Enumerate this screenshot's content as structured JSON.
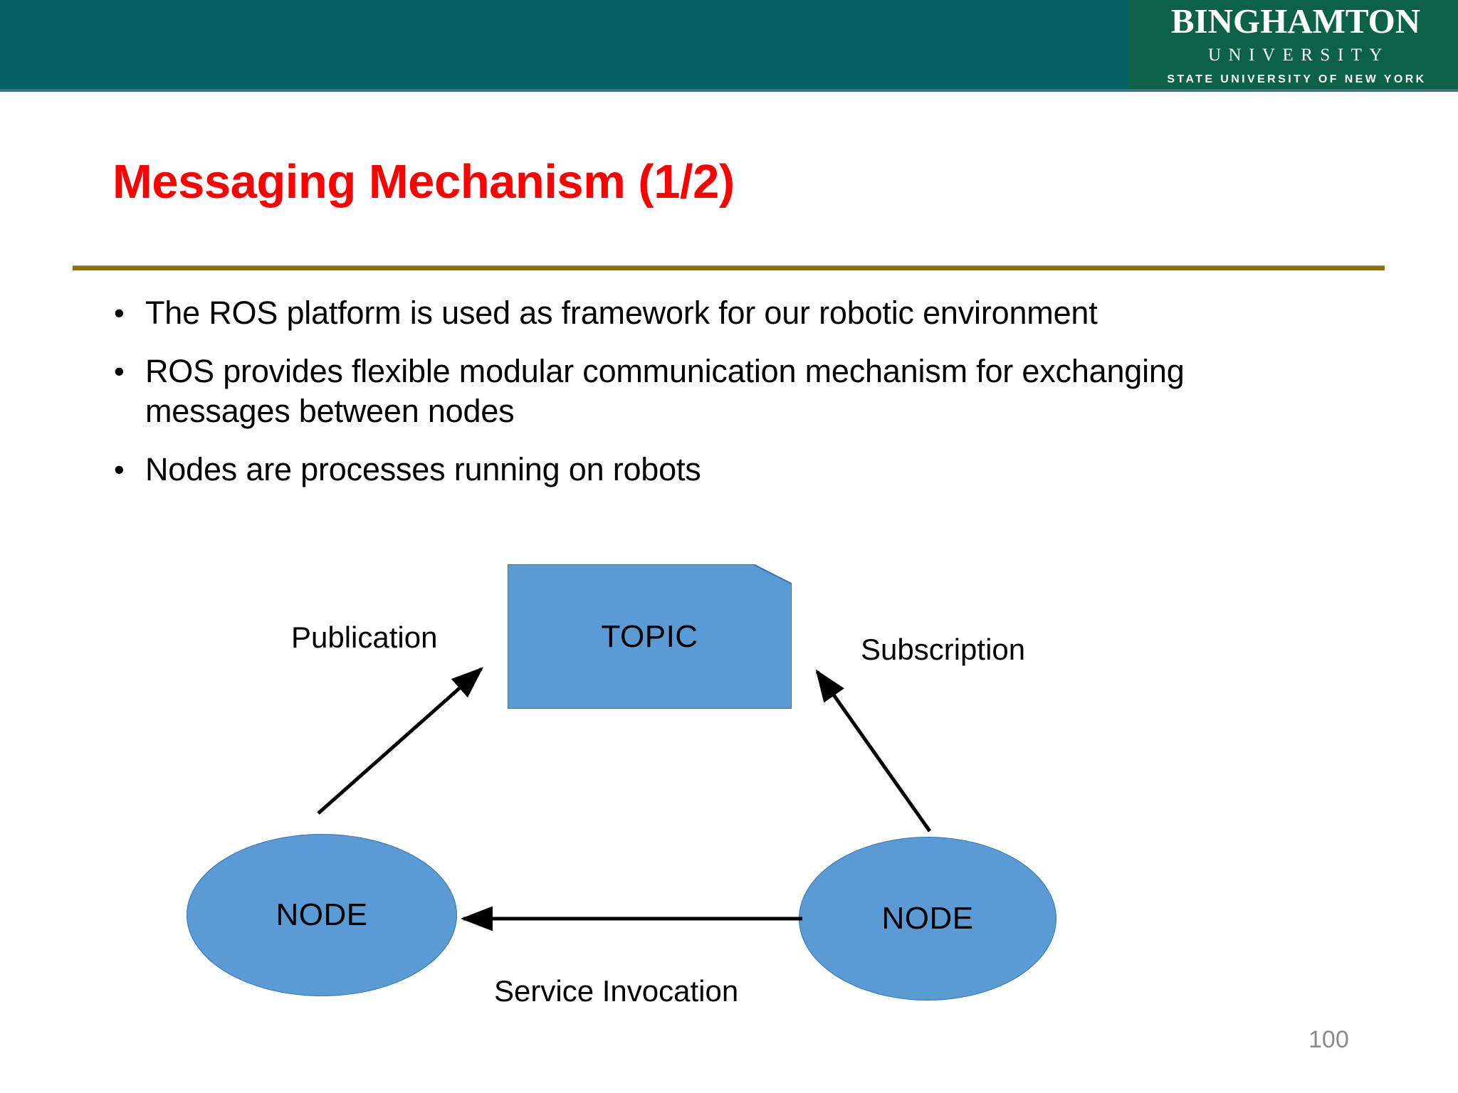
{
  "banner": {
    "background_color": "#026063",
    "accent_line_color": "#3f6f82",
    "logo": {
      "background_color": "#0b6246",
      "wordmark": "BINGHAMTON",
      "university": "UNIVERSITY",
      "suny_line": "STATE UNIVERSITY OF NEW YORK"
    }
  },
  "title": {
    "text": "Messaging Mechanism (1/2)",
    "color": "#FF0000",
    "rule_color": "#8E6F0C"
  },
  "bullets": [
    {
      "marker": "•",
      "text": "The ROS platform is used as framework for our robotic environment"
    },
    {
      "marker": "•",
      "text": "ROS provides flexible modular communication mechanism for exchanging messages between nodes"
    },
    {
      "marker": "•",
      "text": "Nodes are processes running on robots"
    }
  ],
  "diagram": {
    "shape_fill": "#5B9BD5",
    "shape_stroke": "#2E74B5",
    "topic": {
      "label": "TOPIC"
    },
    "node_left": {
      "label": "NODE"
    },
    "node_right": {
      "label": "NODE"
    },
    "edges": [
      {
        "label": "Publication",
        "from": "node_left",
        "to": "topic"
      },
      {
        "label": "Subscription",
        "from": "node_right",
        "to": "topic"
      },
      {
        "label": "Service Invocation",
        "from": "node_right",
        "to": "node_left"
      }
    ]
  },
  "footer": {
    "page_number": "100"
  }
}
